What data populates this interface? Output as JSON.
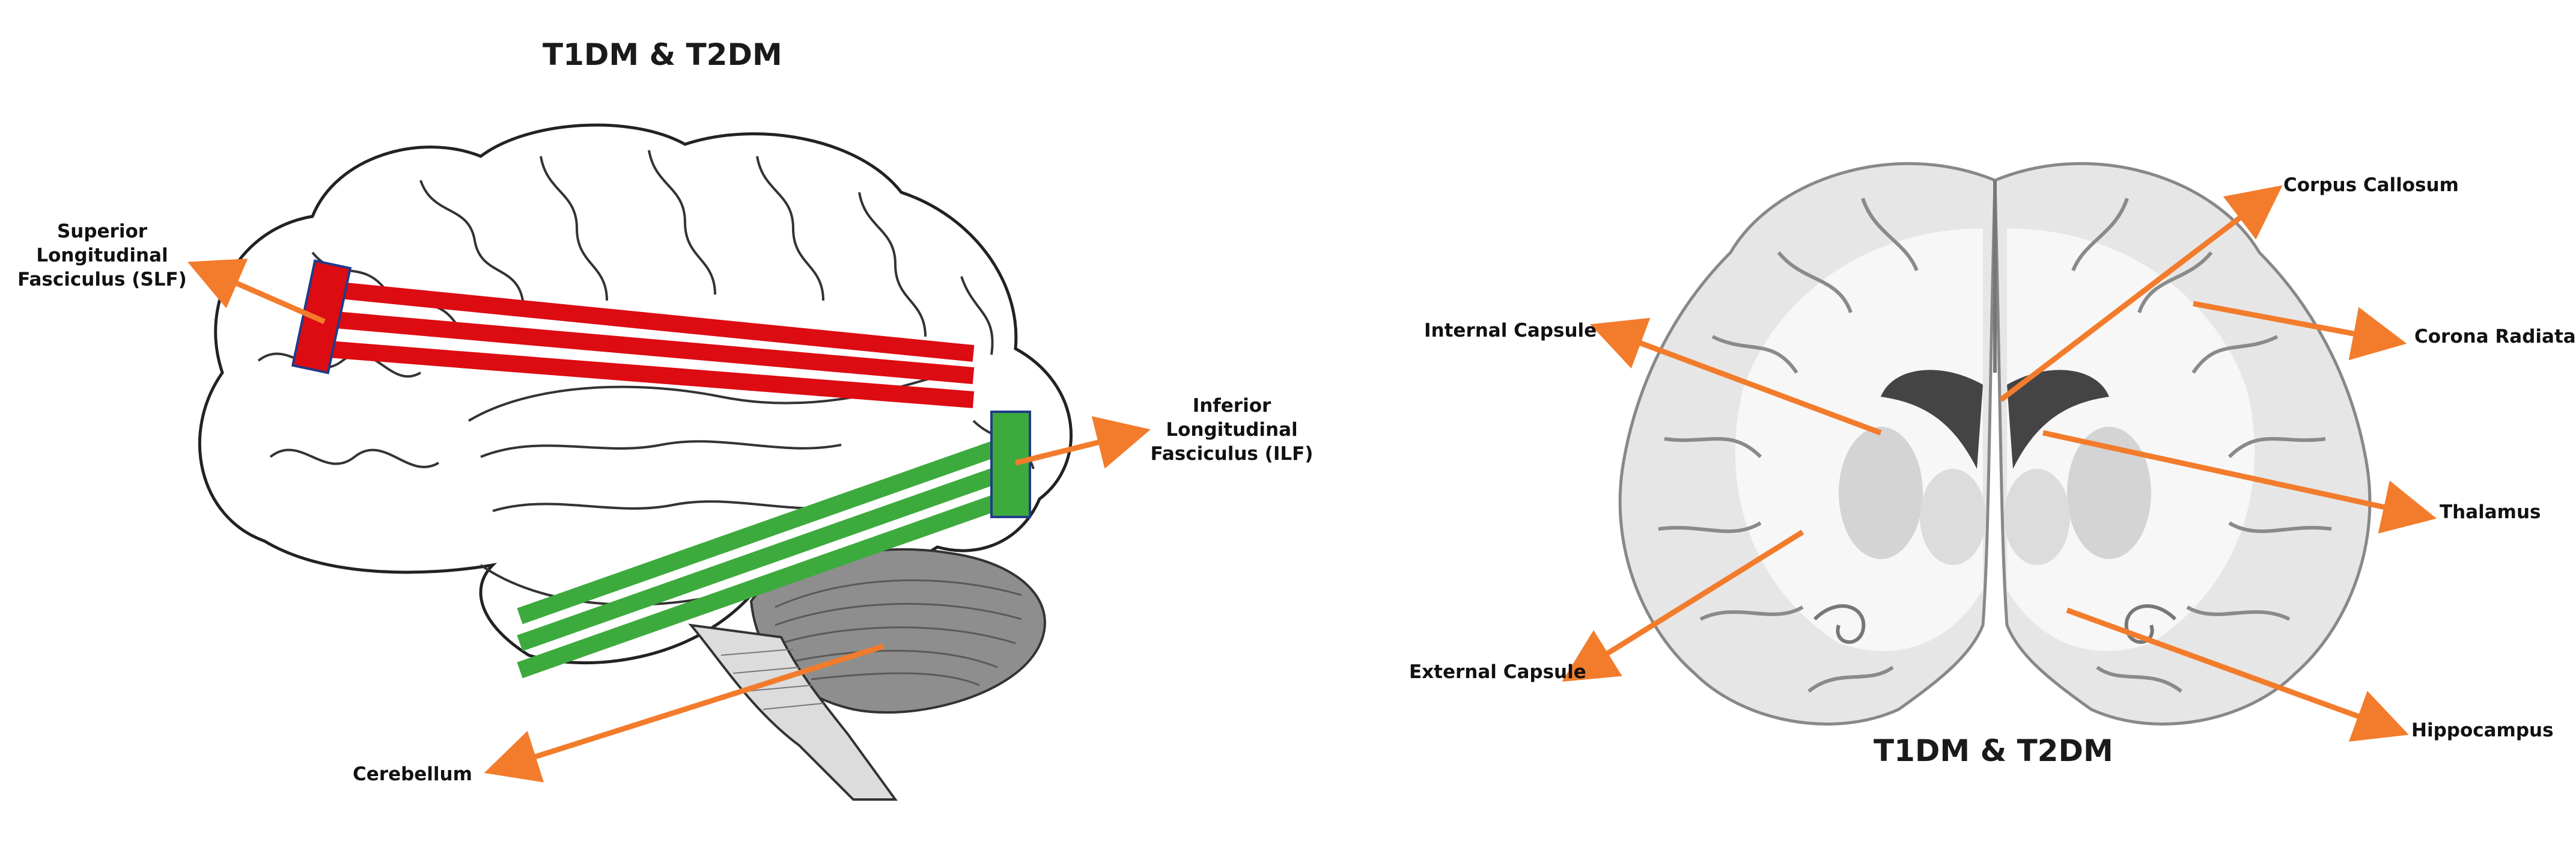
{
  "panels": {
    "left": {
      "title": "T1DM & T2DM",
      "labels": {
        "slf": "Superior\nLongitudinal\nFasciculus (SLF)",
        "ilf": "Inferior\nLongitudinal\nFasciculus (ILF)",
        "cerebellum": "Cerebellum"
      }
    },
    "right": {
      "title": "T1DM & T2DM",
      "labels": {
        "internal_capsule": "Internal Capsule",
        "external_capsule": "External Capsule",
        "corpus_callosum": "Corpus Callosum",
        "corona_radiata": "Corona Radiata",
        "thalamus": "Thalamus",
        "hippocampus": "Hippocampus"
      }
    }
  },
  "colors": {
    "arrow": "#f27c2c",
    "slf_tract": "#dd0b12",
    "ilf_tract": "#3daa3d",
    "tract_box_border": "#1f3c88",
    "outline": "#333333"
  }
}
